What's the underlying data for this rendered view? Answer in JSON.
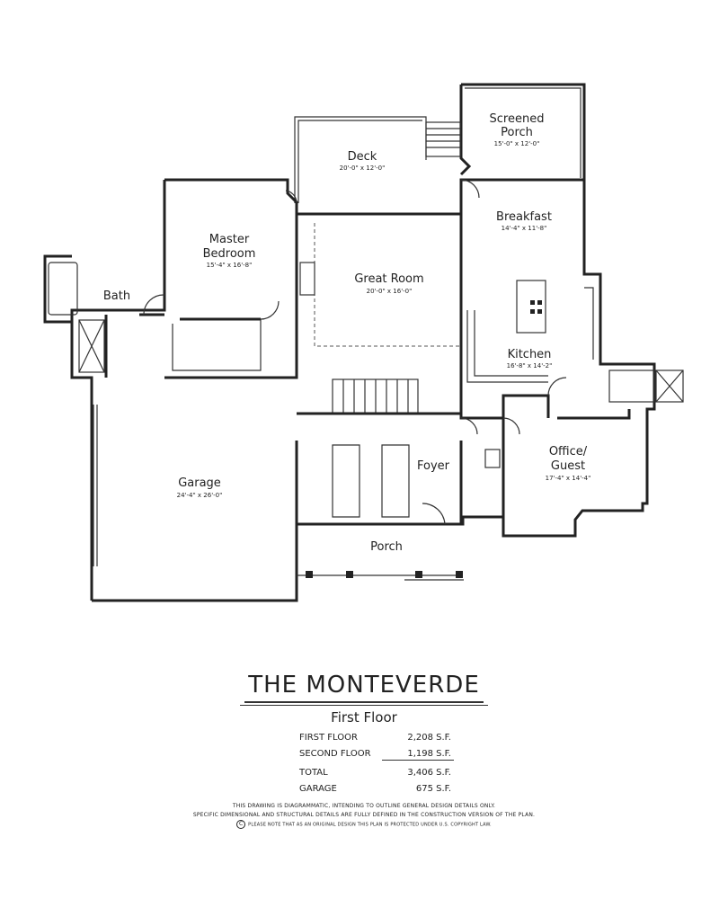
{
  "rooms": {
    "screened_porch": {
      "name_line1": "Screened",
      "name_line2": "Porch",
      "dims": "15'-0\" x 12'-0\""
    },
    "deck": {
      "name": "Deck",
      "dims": "20'-0\" x 12'-0\""
    },
    "breakfast": {
      "name": "Breakfast",
      "dims": "14'-4\" x 11'-8\""
    },
    "master_bedroom": {
      "name_line1": "Master",
      "name_line2": "Bedroom",
      "dims": "15'-4\" x 16'-8\""
    },
    "great_room": {
      "name": "Great Room",
      "dims": "20'-0\" x 16'-0\""
    },
    "bath": {
      "name": "Bath"
    },
    "kitchen": {
      "name": "Kitchen",
      "dims": "16'-8\" x 14'-2\""
    },
    "garage": {
      "name": "Garage",
      "dims": "24'-4\" x 26'-0\""
    },
    "foyer": {
      "name": "Foyer"
    },
    "office_guest": {
      "name_line1": "Office/",
      "name_line2": "Guest",
      "dims": "17'-4\" x 14'-4\""
    },
    "porch": {
      "name": "Porch"
    }
  },
  "title": {
    "name": "THE MONTEVERDE",
    "floor": "First Floor"
  },
  "areas": [
    {
      "label": "FIRST FLOOR",
      "value": "2,208 S.F."
    },
    {
      "label": "SECOND FLOOR",
      "value": "1,198 S.F."
    },
    {
      "label": "TOTAL",
      "value": "3,406 S.F."
    },
    {
      "label": "GARAGE",
      "value": "675 S.F."
    }
  ],
  "notes": {
    "line1": "THIS DRAWING IS DIAGRAMMATIC, INTENDING TO OUTLINE GENERAL DESIGN DETAILS ONLY.",
    "line2": "SPECIFIC DIMENSIONAL AND STRUCTURAL DETAILS ARE FULLY DEFINED IN THE CONSTRUCTION VERSION OF THE PLAN.",
    "copyright_symbol": "C",
    "line3": "PLEASE NOTE THAT AS AN ORIGINAL DESIGN THIS PLAN IS PROTECTED UNDER U.S. COPYRIGHT LAW."
  }
}
